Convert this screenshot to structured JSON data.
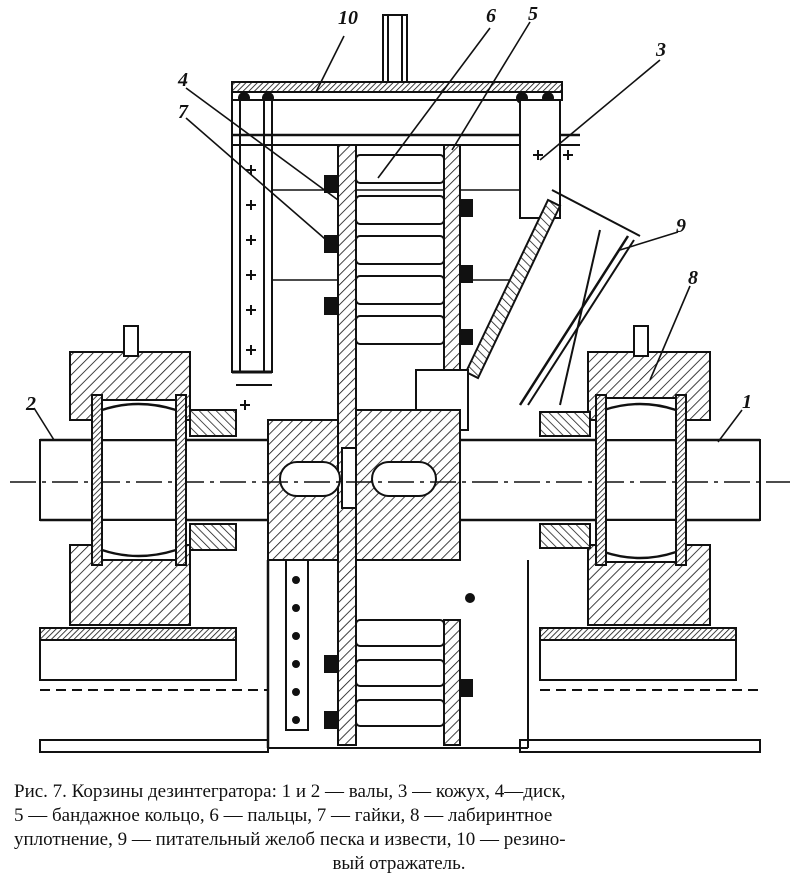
{
  "figure": {
    "labels": {
      "l1": "1",
      "l2": "2",
      "l3": "3",
      "l4": "4",
      "l5": "5",
      "l6": "6",
      "l7": "7",
      "l8": "8",
      "l9": "9",
      "l10": "10"
    }
  },
  "caption": {
    "line1": "Рис. 7. Корзины дезинтегратора: 1 и 2 — валы, 3 — кожух, 4—диск,",
    "line2": "5 — бандажное кольцо, 6 — пальцы, 7 — гайки, 8 — лабиринтное",
    "line3": "уплотнение, 9 — питательный желоб песка и извести, 10 — резино-",
    "line4": "вый отражатель."
  }
}
